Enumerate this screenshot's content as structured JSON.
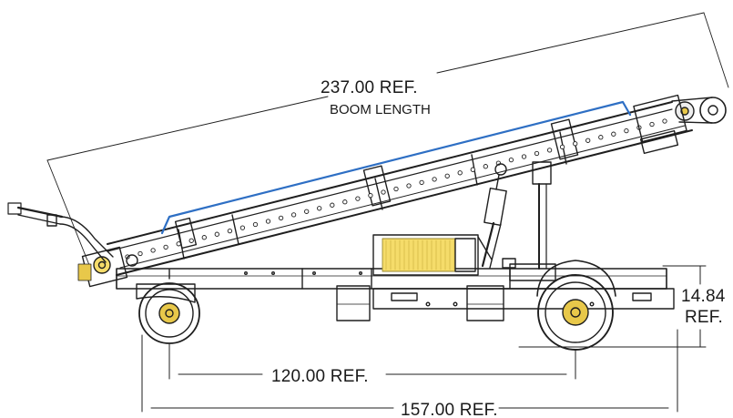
{
  "dimensions": {
    "boom_length_value": "237.00 REF.",
    "boom_length_label": "BOOM LENGTH",
    "wheelbase_value": "120.00 REF.",
    "overall_length_value": "157.00 REF.",
    "height_value": "14.84",
    "height_ref": "REF."
  },
  "colors": {
    "line": "#1f1f1f",
    "belt_guard": "#2e6fc4",
    "motor_box": "#f5dc6a",
    "hub": "#e8c84a"
  }
}
